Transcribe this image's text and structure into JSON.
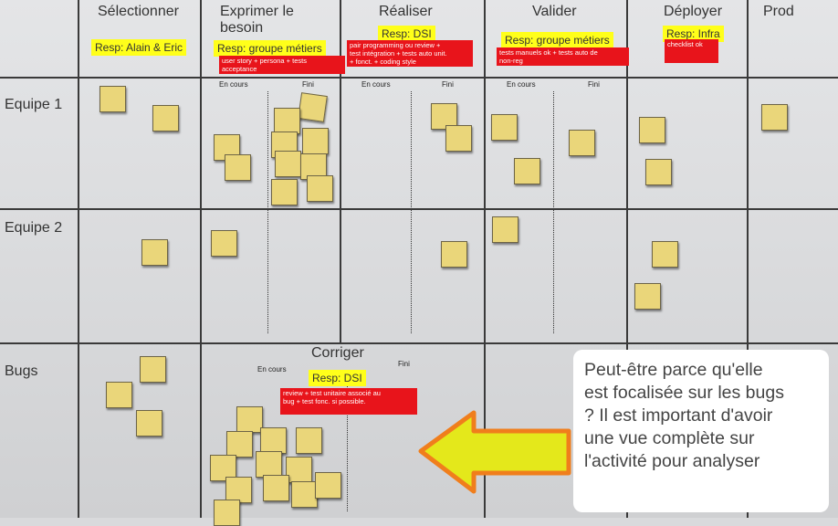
{
  "columns": {
    "selectionner": "Sélectionner",
    "exprimer_line1": "Exprimer le",
    "exprimer_line2": "besoin",
    "realiser": "Réaliser",
    "valider": "Valider",
    "deployer": "Déployer",
    "prod": "Prod"
  },
  "rows": {
    "equipe1": "Equipe 1",
    "equipe2": "Equipe 2",
    "bugs": "Bugs"
  },
  "responsibles": {
    "selectionner": "Resp: Alain & Eric",
    "exprimer": "Resp: groupe métiers",
    "realiser": "Resp: DSI",
    "valider": "Resp: groupe métiers",
    "deployer": "Resp: Infra",
    "corriger": "Resp: DSI"
  },
  "criteria": {
    "exprimer": [
      "user story + persona + tests",
      "acceptance"
    ],
    "realiser": [
      "pair programming ou review +",
      "test intégration + tests auto unit.",
      "+ fonct. + coding style"
    ],
    "valider": [
      "tests manuels ok + tests auto de",
      "non-reg"
    ],
    "deployer": [
      "checklist ok"
    ],
    "corriger": [
      "review + test unitaire associé au",
      "bug + test fonc. si possible."
    ]
  },
  "subcolumns": {
    "en_cours": "En cours",
    "fini": "Fini"
  },
  "corriger_title": "Corriger",
  "callout_lines": [
    "Peut-être parce qu'elle",
    "est focalisée sur les bugs",
    "? Il est important d'avoir",
    "une vue complète sur",
    "l'activité pour analyser"
  ],
  "colors": {
    "arrow_fill": "#e4e81b",
    "arrow_border": "#f07e1c",
    "note": "#ead67a",
    "highlight": "#ffff1a",
    "label_red": "#e8141b"
  }
}
